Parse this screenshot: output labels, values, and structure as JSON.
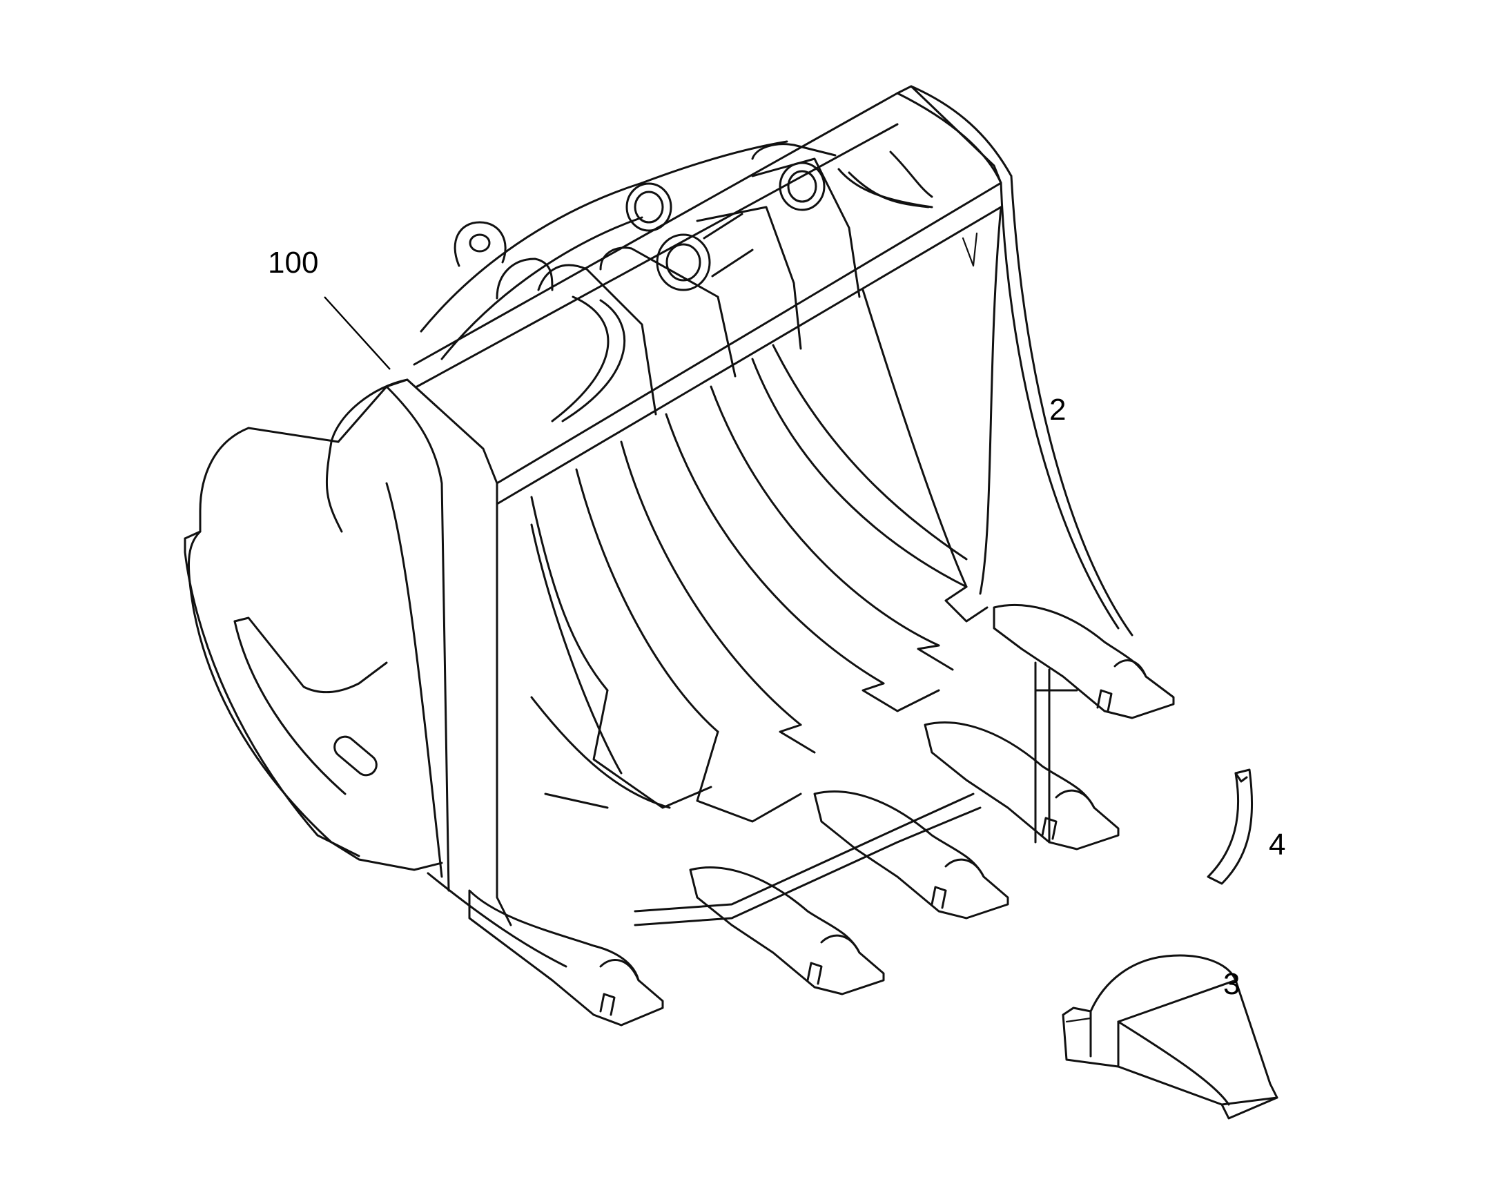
{
  "figure": {
    "labels": {
      "bucket": "100",
      "body": "2",
      "tooth_tip": "3",
      "retainer": "4"
    }
  }
}
